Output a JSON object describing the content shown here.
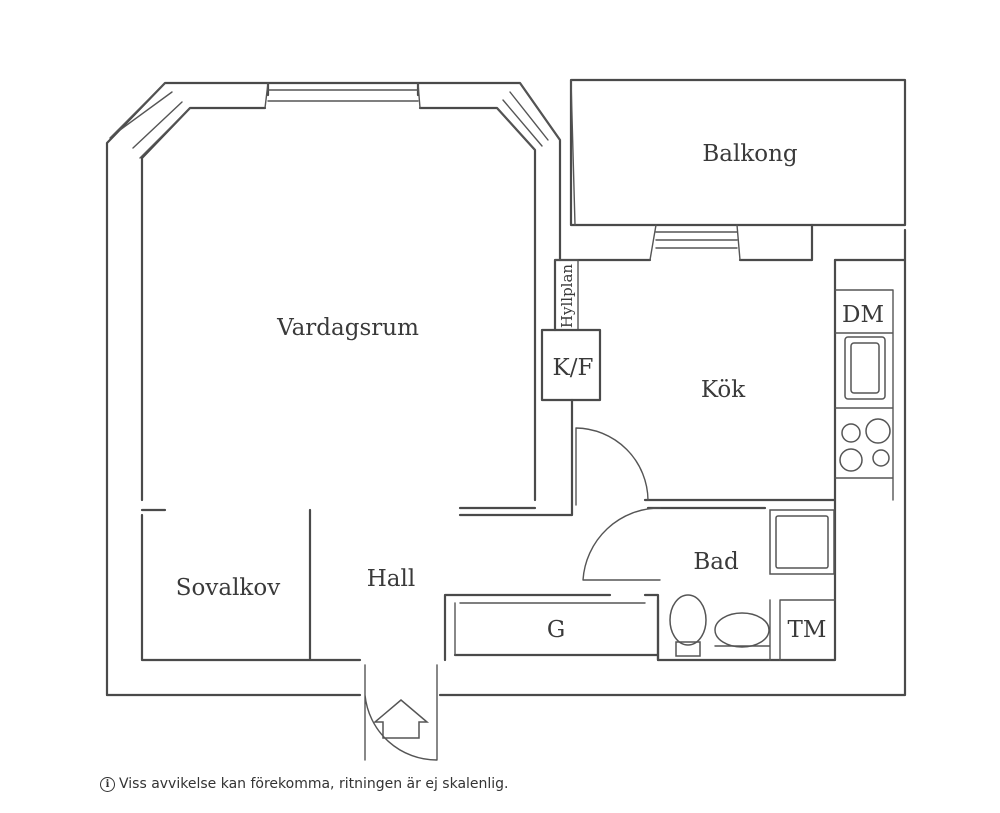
{
  "rooms": {
    "balkong": "Balkong",
    "vardagsrum": "Vardagsrum",
    "kok": "Kök",
    "kf": "K/F",
    "hyllplan": "Hyllplan",
    "dm": "DM",
    "sovalkov": "Sovalkov",
    "hall": "Hall",
    "bad": "Bad",
    "g": "G",
    "tm": "TM"
  },
  "footer": {
    "icon": "info-icon",
    "disclaimer": "Viss avvikelse kan förekomma, ritningen är ej skalenlig."
  }
}
